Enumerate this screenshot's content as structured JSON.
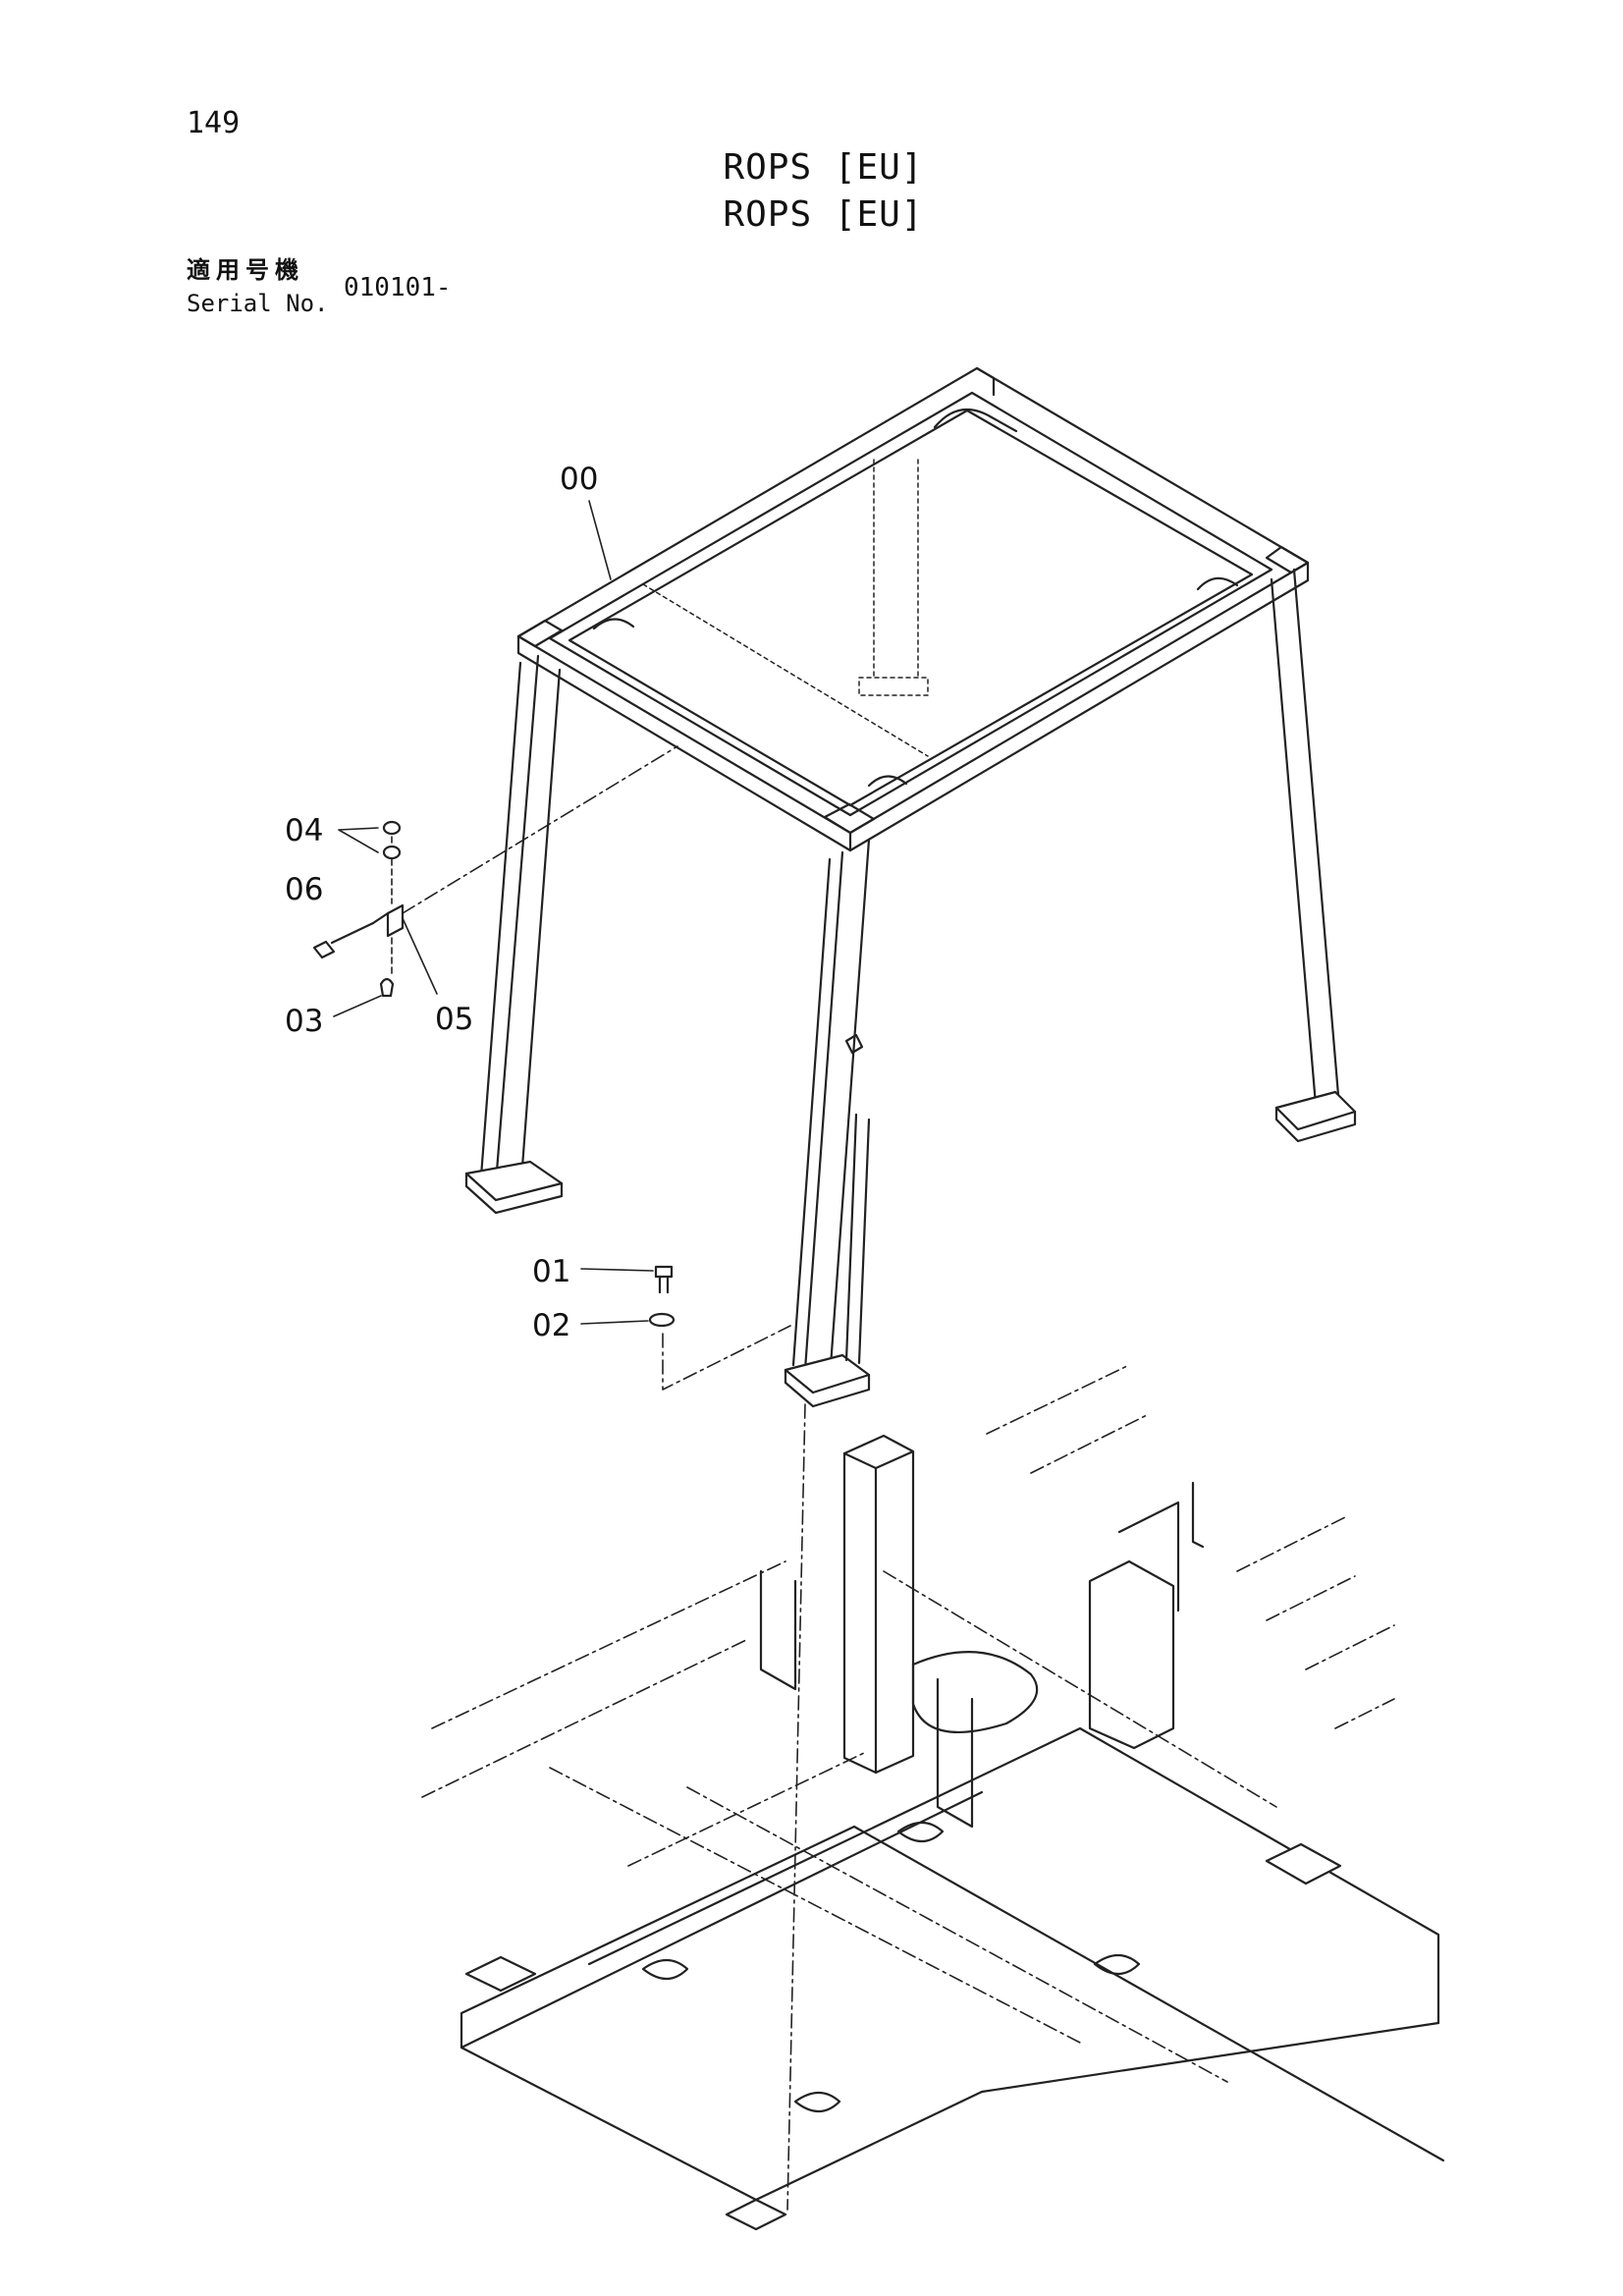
{
  "header": {
    "page_number": "149",
    "title_jp": "ROPS [EU]",
    "title_en": "ROPS [EU]"
  },
  "serial": {
    "label_jp": "適用号機",
    "label_en": "Serial No.",
    "value": "010101-"
  },
  "parts": [
    {
      "id": "00",
      "label": "00"
    },
    {
      "id": "01",
      "label": "01"
    },
    {
      "id": "02",
      "label": "02"
    },
    {
      "id": "03",
      "label": "03"
    },
    {
      "id": "04",
      "label": "04"
    },
    {
      "id": "05",
      "label": "05"
    },
    {
      "id": "06",
      "label": "06"
    }
  ]
}
